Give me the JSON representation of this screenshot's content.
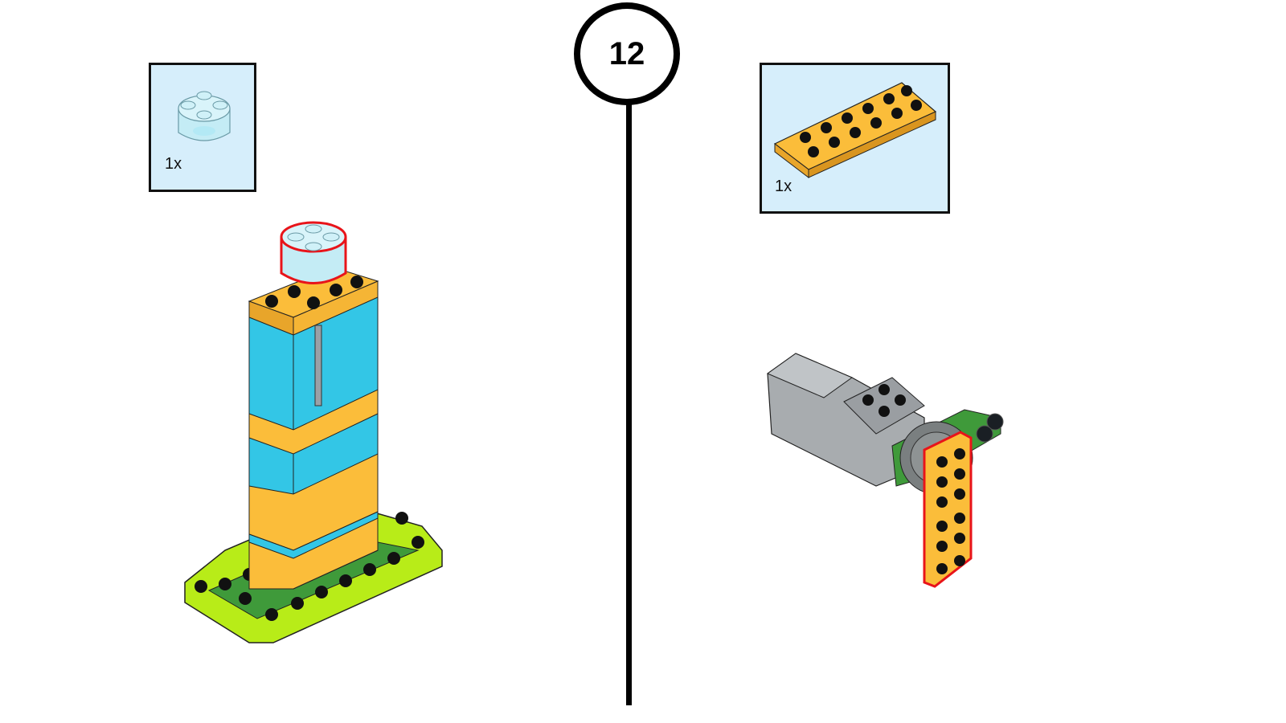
{
  "step": {
    "number": "12"
  },
  "left": {
    "part_quantity": "1x",
    "part_icon": "round-brick-2x2-transparent-icon"
  },
  "right": {
    "part_quantity": "1x",
    "part_icon": "plate-2x6-orange-icon"
  },
  "colors": {
    "highlight": "#e8141a",
    "partbox_bg": "#d6eefb",
    "orange": "#fbbd3a",
    "blue": "#33c6e6",
    "lime": "#b8ec18",
    "green": "#3f9a3a",
    "gray": "#a8acaf"
  }
}
